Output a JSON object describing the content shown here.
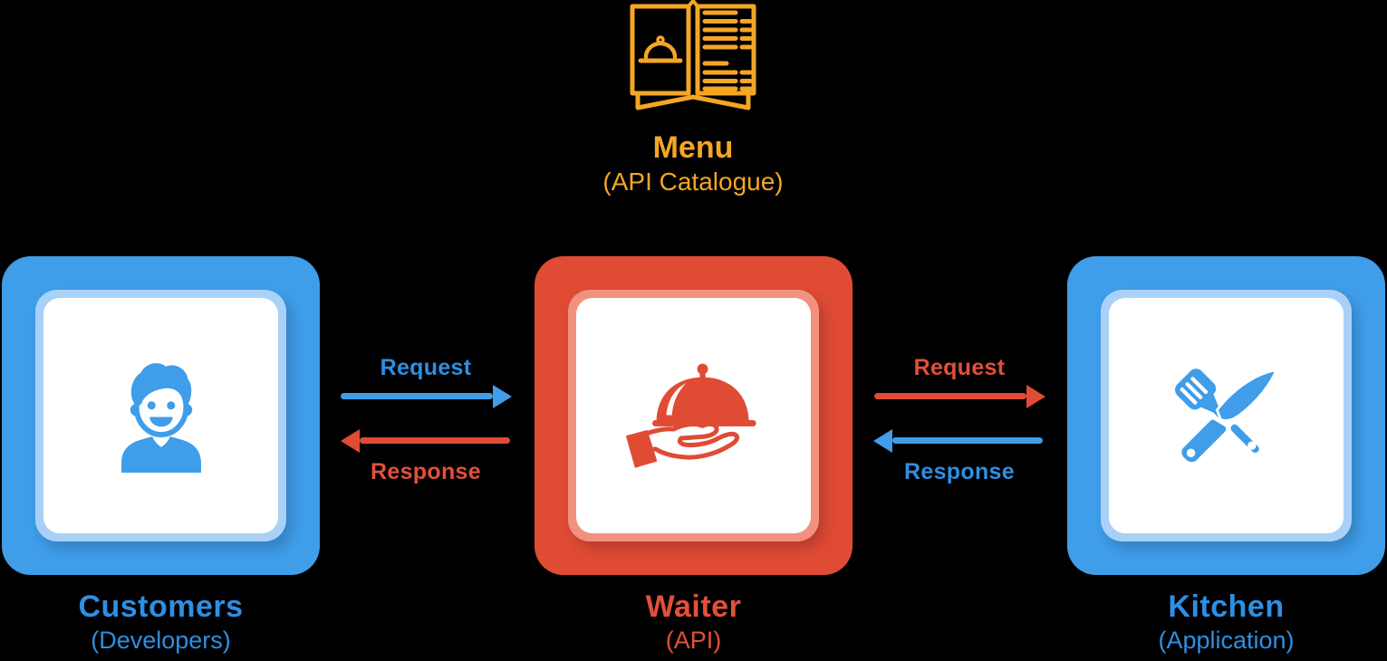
{
  "colors": {
    "background": "#000000",
    "blue": "#3F9DE9",
    "blue_text": "#2E8FE3",
    "blue_light": "#A9D1F7",
    "red": "#E04B34",
    "red_text": "#E2503A",
    "red_light": "#F2917F",
    "orange": "#F5A623",
    "white": "#FFFFFF"
  },
  "menu": {
    "title": "Menu",
    "subtitle": "(API Catalogue)",
    "icon": "menu-book-icon"
  },
  "nodes": {
    "customers": {
      "title": "Customers",
      "subtitle": "(Developers)",
      "icon": "person-icon",
      "color": "blue"
    },
    "waiter": {
      "title": "Waiter",
      "subtitle": "(API)",
      "icon": "serving-hand-icon",
      "color": "red"
    },
    "kitchen": {
      "title": "Kitchen",
      "subtitle": "(Application)",
      "icon": "utensils-icon",
      "color": "blue"
    }
  },
  "flows": {
    "left": {
      "request": {
        "label": "Request",
        "direction": "right",
        "color": "blue"
      },
      "response": {
        "label": "Response",
        "direction": "left",
        "color": "red"
      }
    },
    "right": {
      "request": {
        "label": "Request",
        "direction": "right",
        "color": "red"
      },
      "response": {
        "label": "Response",
        "direction": "left",
        "color": "blue"
      }
    }
  }
}
